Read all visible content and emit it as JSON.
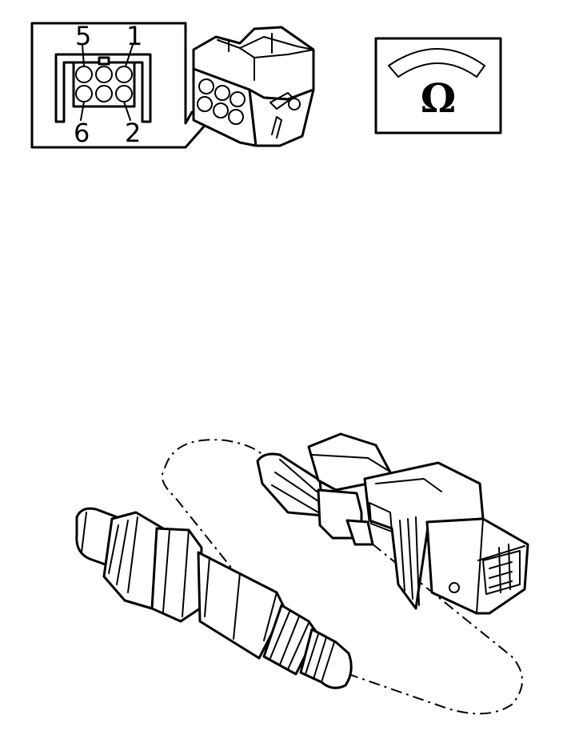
{
  "connector_inset": {
    "pin_labels": {
      "top_left": "5",
      "top_right": "1",
      "bottom_left": "6",
      "bottom_right": "2"
    }
  },
  "ohmmeter": {
    "symbol": "Ω"
  }
}
